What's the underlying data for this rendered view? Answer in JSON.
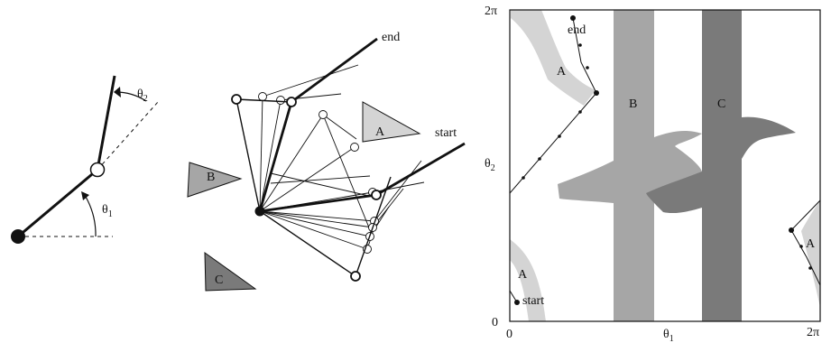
{
  "arm_diagram": {
    "theta1_label": "θ",
    "theta1_sub": "1",
    "theta2_label": "θ",
    "theta2_sub": "2"
  },
  "workspace": {
    "obstacle_a": "A",
    "obstacle_b": "B",
    "obstacle_c": "C",
    "start_label": "start",
    "end_label": "end"
  },
  "config_space": {
    "y_max_label": "2π",
    "y_axis_label": "θ",
    "y_axis_sub": "2",
    "origin_label": "0",
    "x_zero_label": "0",
    "x_axis_label": "θ",
    "x_axis_sub": "1",
    "x_max_label": "2π",
    "region_a_top": "A",
    "region_b": "B",
    "region_c": "C",
    "region_a_right": "A",
    "region_a_bottom": "A",
    "start_label": "start",
    "end_label": "end"
  },
  "colors": {
    "obstacle_a": "#d4d4d4",
    "obstacle_b": "#a6a6a6",
    "obstacle_c": "#7a7a7a",
    "line": "#111111"
  }
}
